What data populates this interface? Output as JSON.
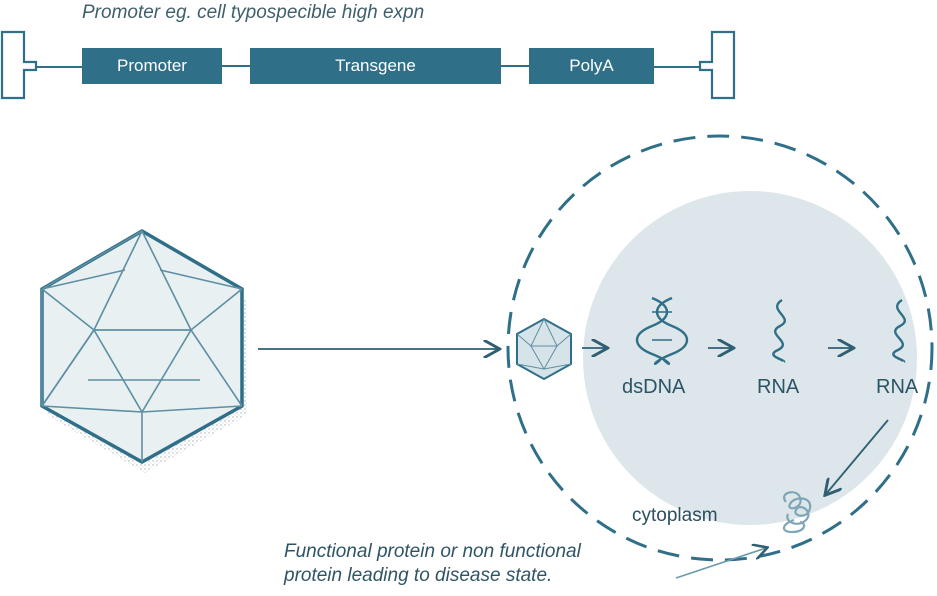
{
  "cassette": {
    "caption": "Promoter eg. cell typospecible high expn",
    "promoter_label": "Promoter",
    "transgene_label": "Transgene",
    "polya_label": "PolyA"
  },
  "cell": {
    "stages": [
      "dsDNA",
      "RNA",
      "RNA"
    ],
    "cytoplasm_label": "cytoplasm"
  },
  "outcome": {
    "line1": "Functional protein or non functional",
    "line2": "protein leading to disease state."
  },
  "colors": {
    "primary": "#2f6f87",
    "nucleus": "#dde6ea",
    "capsid_fill": "#e8f0f2"
  },
  "icons": [
    "itr-left-icon",
    "itr-right-icon",
    "aav-capsid-icon",
    "dna-helix-icon",
    "rna-strand-icon",
    "protein-icon",
    "arrow-icon"
  ]
}
